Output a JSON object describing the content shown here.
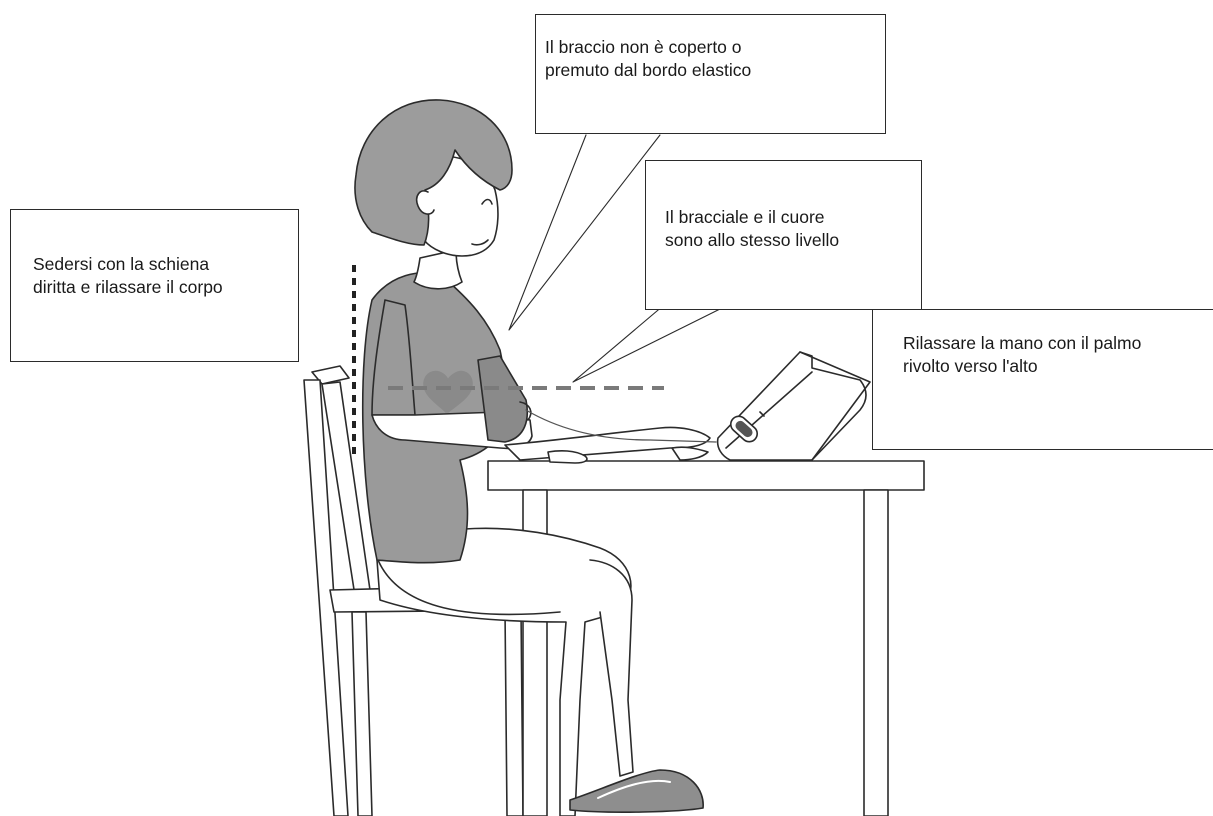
{
  "callouts": {
    "posture": {
      "lines": [
        "Sedersi con la schiena",
        "diritta e rilassare il corpo"
      ]
    },
    "sleeve": {
      "lines": [
        "Il braccio non è coperto o",
        "premuto dal bordo elastico"
      ]
    },
    "cuff_heart": {
      "lines": [
        "Il bracciale e il cuore",
        "sono allo stesso livello"
      ]
    },
    "hand": {
      "lines": [
        "Rilassare la mano con il palmo",
        "rivolto verso l'alto"
      ]
    }
  },
  "colors": {
    "outline": "#2b2b2b",
    "clothing_gray": "#9a9a9a",
    "heart_gray": "#8a8a8a",
    "hair_gray": "#9c9c9c",
    "arrow": "#3a3a3a"
  }
}
